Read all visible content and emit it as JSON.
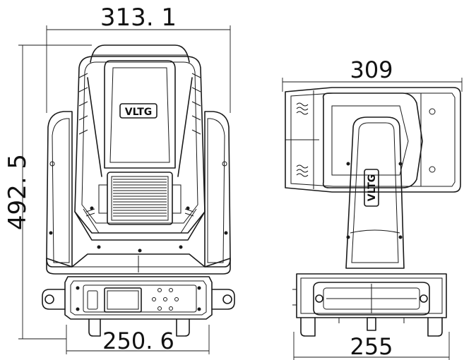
{
  "front_view": {
    "width_dim": "313. 1",
    "height_dim": "492. 5",
    "base_dim": "250. 6",
    "logo": "VLTG"
  },
  "side_view": {
    "width_dim": "309",
    "base_dim": "255",
    "logo": "VLTG"
  }
}
